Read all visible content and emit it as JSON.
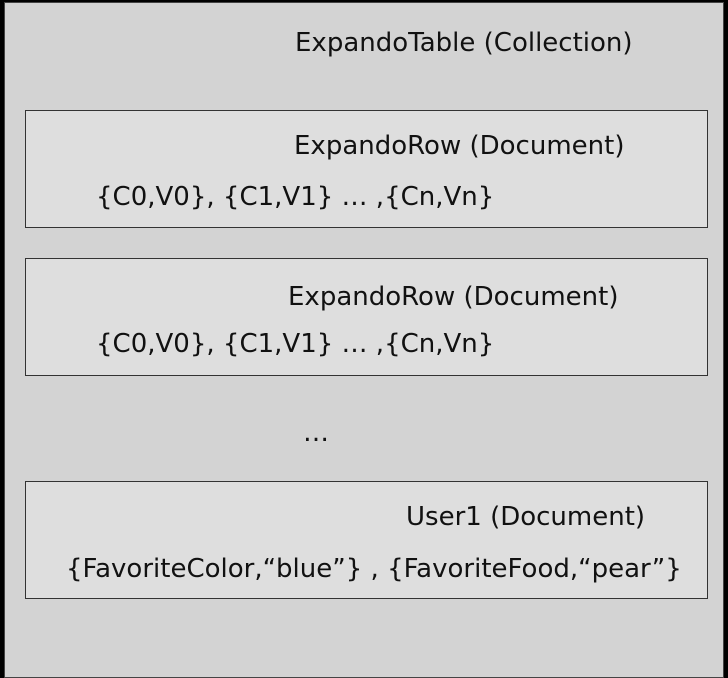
{
  "collection": {
    "title": "ExpandoTable (Collection)"
  },
  "documents": [
    {
      "title": "ExpandoRow (Document)",
      "fields": "{C0,V0}, {C1,V1} … ,{Cn,Vn}"
    },
    {
      "title": "ExpandoRow (Document)",
      "fields": "{C0,V0}, {C1,V1} … ,{Cn,Vn}"
    },
    {
      "title": "User1 (Document)",
      "fields": "{FavoriteColor,“blue”} , {FavoriteFood,“pear”}"
    }
  ],
  "ellipsis": "…"
}
